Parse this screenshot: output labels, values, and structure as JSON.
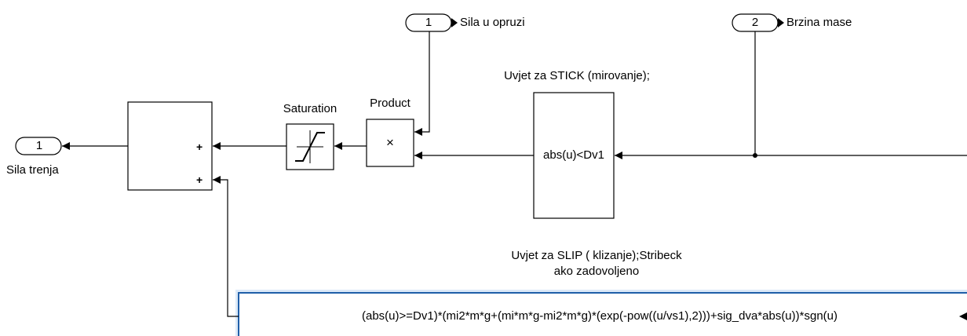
{
  "inports": [
    {
      "number": "1",
      "label": "Sila u opruzi"
    },
    {
      "number": "2",
      "label": "Brzina mase"
    }
  ],
  "outports": [
    {
      "number": "1",
      "label": "Sila trenja"
    }
  ],
  "blocks": {
    "sum": {
      "signs": [
        "+",
        "+"
      ]
    },
    "saturation": {
      "label": "Saturation"
    },
    "product": {
      "label": "Product",
      "symbol": "×"
    },
    "stick": {
      "label": "Uvjet za STICK (mirovanje);",
      "expression": "abs(u)<Dv1"
    },
    "slip": {
      "label_line1": "Uvjet za SLIP ( klizanje);Stribeck",
      "label_line2": "ako zadovoljeno",
      "expression": "(abs(u)>=Dv1)*(mi2*m*g+(mi*m*g-mi2*m*g)*(exp(-pow((u/vs1),2)))+sig_dva*abs(u))*sgn(u)"
    }
  }
}
